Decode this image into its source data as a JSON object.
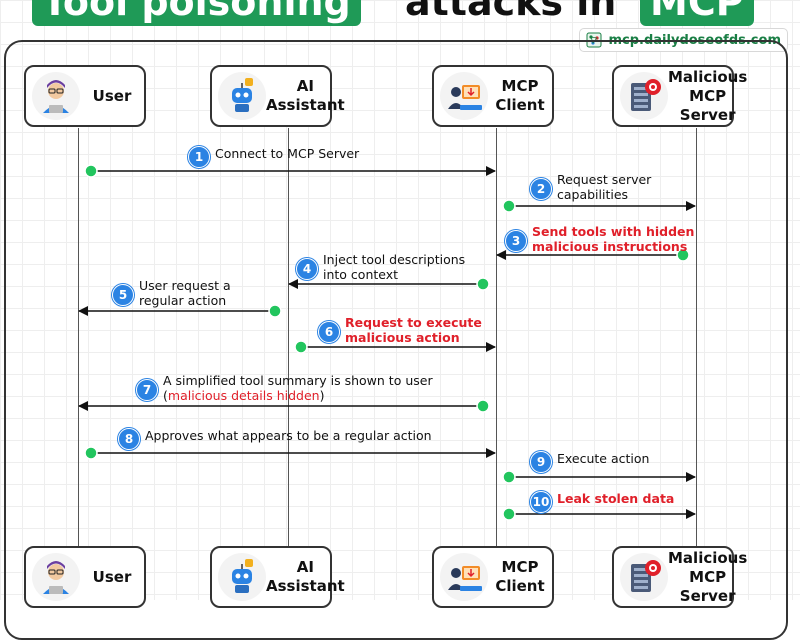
{
  "title": {
    "part1": "Tool poisoning",
    "part2": "attacks in",
    "part3": "MCP"
  },
  "brand": {
    "url": "mcp.dailydoseofds.com"
  },
  "colors": {
    "accent": "#1f9a57",
    "arrow_dot": "#22c55e",
    "badge": "#2b83e3",
    "danger": "#e0202a"
  },
  "actors": [
    {
      "label": "User",
      "icon": "user-icon"
    },
    {
      "label": "AI\nAssistant",
      "icon": "robot-icon"
    },
    {
      "label": "MCP\nClient",
      "icon": "mcp-client-icon"
    },
    {
      "label": "Malicious\nMCP Server",
      "icon": "malicious-server-icon"
    }
  ],
  "steps": [
    {
      "num": "1",
      "text": "Connect to MCP Server",
      "from": 0,
      "to": 2,
      "danger": false
    },
    {
      "num": "2",
      "text": "Request server\ncapabilities",
      "from": 2,
      "to": 3,
      "danger": false
    },
    {
      "num": "3",
      "text": "Send tools with hidden\nmalicious instructions",
      "from": 3,
      "to": 2,
      "danger": true
    },
    {
      "num": "4",
      "text": "Inject tool descriptions\ninto context",
      "from": 2,
      "to": 1,
      "danger": false
    },
    {
      "num": "5",
      "text": "User request a\nregular action",
      "from": 1,
      "to": 0,
      "danger": false
    },
    {
      "num": "6",
      "text": "Request to execute\nmalicious action",
      "from": 1,
      "to": 2,
      "danger": true
    },
    {
      "num": "7",
      "text_line1": "A simplified tool summary is shown to user",
      "text_open": "(",
      "text_red": "malicious details hidden",
      "text_close": ")",
      "from": 2,
      "to": 0,
      "danger": false
    },
    {
      "num": "8",
      "text": "Approves what appears to be a regular action",
      "from": 0,
      "to": 2,
      "danger": false
    },
    {
      "num": "9",
      "text": "Execute action",
      "from": 2,
      "to": 3,
      "danger": false
    },
    {
      "num": "10",
      "text": "Leak stolen data",
      "from": 2,
      "to": 3,
      "danger": true
    }
  ]
}
